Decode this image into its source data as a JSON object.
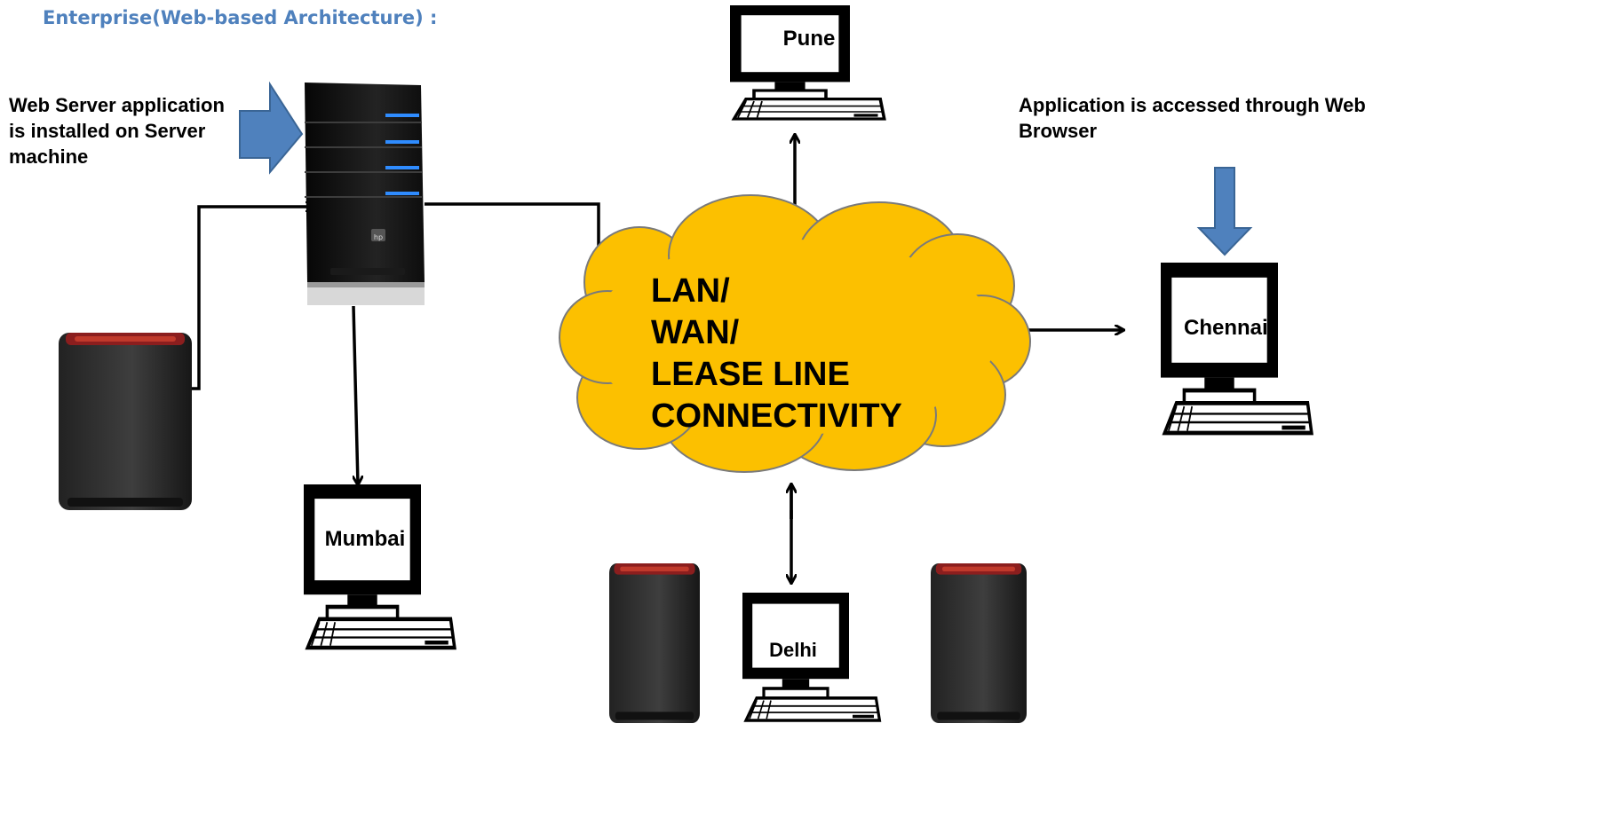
{
  "title": "Enterprise(Web-based Architecture) :",
  "notes": {
    "server": "Web Server application\nis installed on Server\nmachine",
    "browser": "Application is accessed through Web\nBrowser"
  },
  "cloud": {
    "text": "LAN/\nWAN/\nLEASE LINE\nCONNECTIVITY",
    "color": "#fcc000"
  },
  "nodes": {
    "pune": "Pune",
    "mumbai": "Mumbai",
    "chennai": "Chennai",
    "delhi": "Delhi"
  },
  "server": {
    "brand_logo": "hp"
  },
  "colors": {
    "arrow_fill": "#4f81bd",
    "arrow_stroke": "#3a6595",
    "led": "#2f8cff",
    "reader_stripe": "#c0392b"
  }
}
